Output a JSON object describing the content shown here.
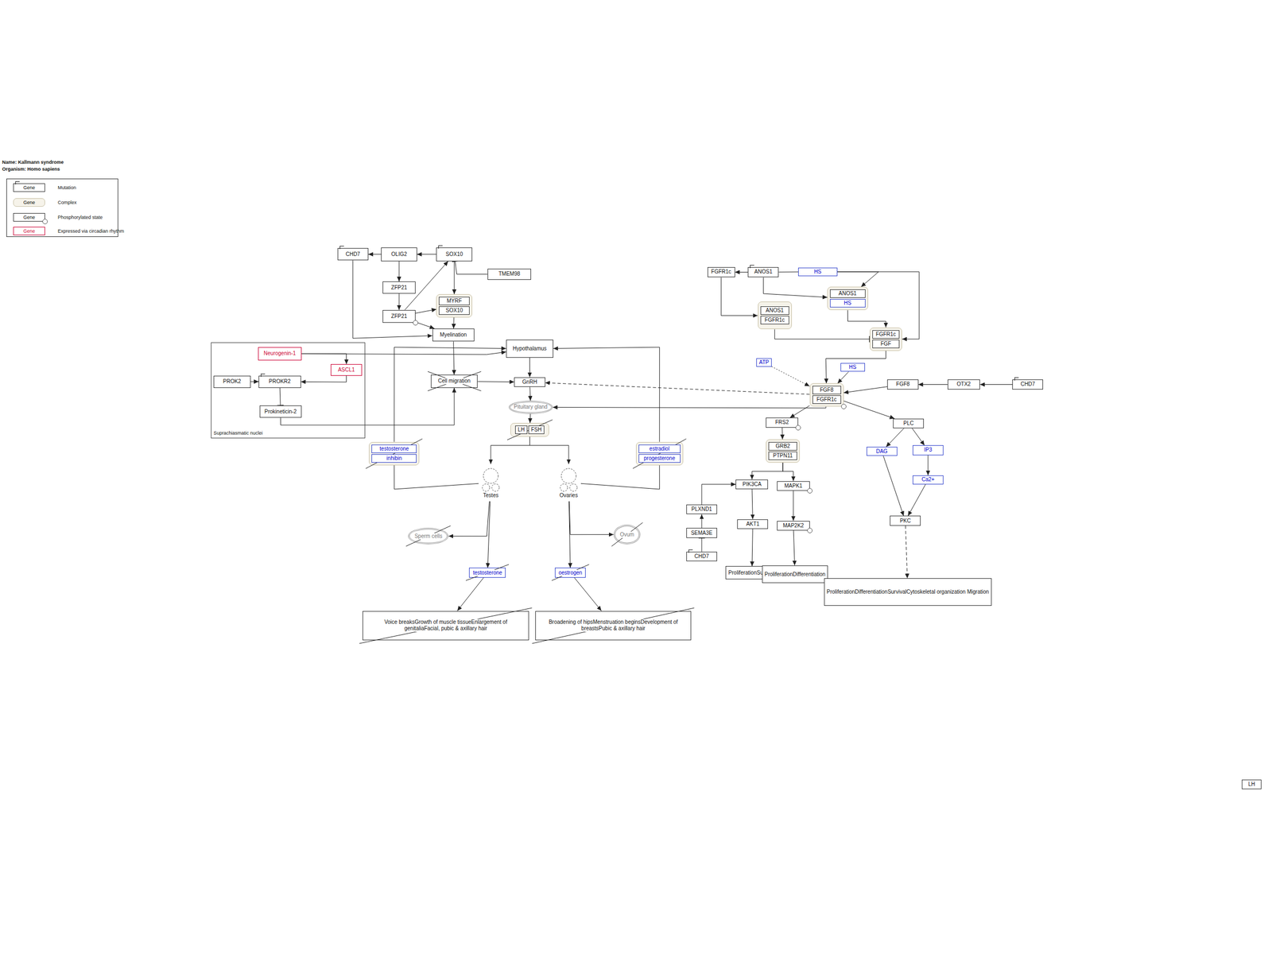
{
  "diagram": {
    "title": "Name: Kallmann syndrome",
    "nodes": [
      {
        "text": [
          "CHD7"
        ]
      },
      {
        "text": [
          "OLIG2"
        ]
      },
      {
        "text": [
          "SOX10"
        ]
      },
      {
        "text": [
          "TMEM98"
        ]
      },
      {
        "text": [
          "ZFP21"
        ]
      },
      {
        "text": []
      },
      {
        "text": [
          "MYRF"
        ],
        "in": 5
      },
      {
        "text": [
          "SOX10"
        ],
        "in": 5
      },
      {
        "text": [
          "ZFP21"
        ]
      },
      {
        "text": [
          "Myelination"
        ]
      },
      {
        "text": [
          "Hypothalamus"
        ]
      },
      {
        "text": [
          "Suprachiasmatic nuclei"
        ]
      },
      {
        "text": [
          "Neurogenin-1"
        ],
        "in": 11
      },
      {
        "text": [
          "ASCL1"
        ],
        "in": 11
      },
      {
        "text": [
          "PROK2"
        ],
        "in": 11
      },
      {
        "text": [
          "PROKR2"
        ],
        "in": 11
      },
      {
        "text": [
          "Prokineticin-2"
        ],
        "in": 11
      },
      {
        "text": [
          "Cell migration"
        ]
      },
      {
        "text": [
          "GnRH"
        ]
      },
      {
        "text": [
          "Pituitary gland"
        ]
      },
      {
        "text": []
      },
      {
        "text": [
          "LH"
        ],
        "in": 20
      },
      {
        "text": [
          "FSH"
        ],
        "in": 20
      },
      {
        "text": []
      },
      {
        "text": [
          "testosterone"
        ],
        "in": 23
      },
      {
        "text": [
          "inhibin"
        ],
        "in": 23
      },
      {
        "text": []
      },
      {
        "text": [
          "estradiol"
        ],
        "in": 26
      },
      {
        "text": [
          "progesterone"
        ],
        "in": 26
      },
      {
        "text": [
          "Testes"
        ]
      },
      {
        "text": [
          "Ovaries"
        ]
      },
      {
        "text": [
          "Sperm cells"
        ]
      },
      {
        "text": [
          "Ovum"
        ]
      },
      {
        "text": [
          "testosterone"
        ]
      },
      {
        "text": [
          "oestrogen"
        ]
      },
      {
        "text": [
          "Voice breaksGrowth of muscle tissueEnlargement of genitaliaFacial, pubic & axillary hair"
        ]
      },
      {
        "text": [
          "Broadening of hipsMenstruation beginsDevelopment of breastsPubic & axillary hair"
        ]
      },
      {
        "text": [
          "FGFR1c"
        ]
      },
      {
        "text": [
          "ANOS1"
        ]
      },
      {
        "text": [
          "HS"
        ]
      },
      {
        "text": []
      },
      {
        "text": [
          "ANOS1"
        ],
        "in": 40
      },
      {
        "text": [
          "HS"
        ],
        "in": 40
      },
      {
        "text": []
      },
      {
        "text": [
          "ANOS1"
        ],
        "in": 43
      },
      {
        "text": [
          "FGFR1c"
        ],
        "in": 43
      },
      {
        "text": []
      },
      {
        "text": [
          "FGFR1c"
        ],
        "in": 46
      },
      {
        "text": [
          "FGF"
        ],
        "in": 46
      },
      {
        "text": [
          "ATP"
        ]
      },
      {
        "text": [
          "HS"
        ]
      },
      {
        "text": [
          "FGF8"
        ]
      },
      {
        "text": [
          "OTX2"
        ]
      },
      {
        "text": [
          "CHD7"
        ]
      },
      {
        "text": []
      },
      {
        "text": [
          "FGF8"
        ],
        "in": 54
      },
      {
        "text": [
          "FGFR1c"
        ],
        "in": 54
      },
      {
        "text": [
          "FRS2"
        ]
      },
      {
        "text": [
          "PLC"
        ]
      },
      {
        "text": []
      },
      {
        "text": [
          "GRB2"
        ],
        "in": 59
      },
      {
        "text": [
          "PTPN11"
        ],
        "in": 59
      },
      {
        "text": [
          "DAG"
        ]
      },
      {
        "text": [
          "IP3"
        ]
      },
      {
        "text": [
          "Ca2+"
        ]
      },
      {
        "text": [
          "PIK3CA"
        ]
      },
      {
        "text": [
          "MAPK1"
        ]
      },
      {
        "text": [
          "PLXND1"
        ]
      },
      {
        "text": [
          "PKC"
        ]
      },
      {
        "text": [
          "AKT1"
        ]
      },
      {
        "text": [
          "MAP2K2"
        ]
      },
      {
        "text": [
          "SEMA3E"
        ]
      },
      {
        "text": [
          "CHD7"
        ]
      },
      {
        "text": [
          "ProliferationSurvival"
        ]
      },
      {
        "text": [
          "ProliferationDifferentiation"
        ]
      },
      {
        "text": [
          "ProliferationDifferentiationSurvivalCytoskeletal organization Migration"
        ]
      },
      {
        "text": [
          "LH"
        ]
      }
    ],
    "edges": [
      {
        "from": 1,
        "to": 0,
        "arrow": "to"
      },
      {
        "from": 2,
        "to": 1,
        "arrow": "to"
      },
      {
        "from": 3,
        "to": 2,
        "arrow": "to"
      },
      {
        "from": 1,
        "to": 4,
        "arrow": "to"
      },
      {
        "from": 4,
        "to": 8,
        "arrow": "to"
      },
      {
        "from": 8,
        "to": 2,
        "arrow": "to"
      },
      {
        "from": 8,
        "to": 5,
        "arrow": "to"
      },
      {
        "from": 8,
        "to": 9,
        "arrow": "to"
      },
      {
        "from": 2,
        "to": 5,
        "arrow": "to"
      },
      {
        "from": 5,
        "to": 9,
        "arrow": "to"
      },
      {
        "from": 0,
        "to": 9,
        "arrow": "to"
      },
      {
        "from": 9,
        "to": 17,
        "arrow": "to"
      },
      {
        "from": 12,
        "to": 10,
        "arrow": "to"
      },
      {
        "from": 12,
        "to": 13,
        "arrow": "to"
      },
      {
        "from": 13,
        "to": 15,
        "arrow": "to"
      },
      {
        "from": 14,
        "to": 15,
        "arrow": "to"
      },
      {
        "from": 15,
        "to": 16,
        "arrow": "to"
      },
      {
        "from": 16,
        "to": 17,
        "arrow": "to"
      },
      {
        "from": 17,
        "to": 18,
        "arrow": "to"
      },
      {
        "from": 10,
        "to": 18,
        "arrow": "to"
      },
      {
        "from": 18,
        "to": 19,
        "arrow": "to"
      },
      {
        "from": 54,
        "to": 18,
        "arrow": "to"
      },
      {
        "from": 54,
        "to": 19,
        "arrow": "to"
      },
      {
        "from": 19,
        "to": 20,
        "arrow": "to"
      },
      {
        "from": 20,
        "to": 29,
        "arrow": "to"
      },
      {
        "from": 20,
        "to": 30,
        "arrow": "to"
      },
      {
        "from": 29,
        "to": 23,
        "arrow": "none"
      },
      {
        "from": 23,
        "to": 10,
        "arrow": "to"
      },
      {
        "from": 30,
        "to": 26,
        "arrow": "none"
      },
      {
        "from": 26,
        "to": 10,
        "arrow": "to"
      },
      {
        "from": 29,
        "to": 31,
        "arrow": "to"
      },
      {
        "from": 29,
        "to": 33,
        "arrow": "to"
      },
      {
        "from": 33,
        "to": 35,
        "arrow": "to"
      },
      {
        "from": 30,
        "to": 32,
        "arrow": "to"
      },
      {
        "from": 30,
        "to": 34,
        "arrow": "to"
      },
      {
        "from": 34,
        "to": 36,
        "arrow": "to"
      },
      {
        "from": 38,
        "to": 37,
        "arrow": "to"
      },
      {
        "from": 38,
        "to": 39,
        "arrow": "none"
      },
      {
        "from": 38,
        "to": 40,
        "arrow": "to"
      },
      {
        "from": 39,
        "to": 40,
        "arrow": "to"
      },
      {
        "from": 37,
        "to": 43,
        "arrow": "to"
      },
      {
        "from": 43,
        "to": 46,
        "arrow": "to"
      },
      {
        "from": 40,
        "to": 46,
        "arrow": "to"
      },
      {
        "from": 39,
        "to": 46,
        "arrow": "to"
      },
      {
        "from": 46,
        "to": 54,
        "arrow": "to"
      },
      {
        "from": 49,
        "to": 54,
        "arrow": "to"
      },
      {
        "from": 50,
        "to": 54,
        "arrow": "to"
      },
      {
        "from": 51,
        "to": 54,
        "arrow": "to"
      },
      {
        "from": 52,
        "to": 51,
        "arrow": "to"
      },
      {
        "from": 53,
        "to": 52,
        "arrow": "to"
      },
      {
        "from": 54,
        "to": 57,
        "arrow": "to"
      },
      {
        "from": 54,
        "to": 58,
        "arrow": "to"
      },
      {
        "from": 57,
        "to": 59,
        "arrow": "to"
      },
      {
        "from": 59,
        "to": 65,
        "arrow": "to"
      },
      {
        "from": 59,
        "to": 66,
        "arrow": "to"
      },
      {
        "from": 67,
        "to": 65,
        "arrow": "to"
      },
      {
        "from": 71,
        "to": 67,
        "arrow": "to"
      },
      {
        "from": 72,
        "to": 71,
        "arrow": "to"
      },
      {
        "from": 65,
        "to": 69,
        "arrow": "to"
      },
      {
        "from": 69,
        "to": 73,
        "arrow": "to"
      },
      {
        "from": 66,
        "to": 70,
        "arrow": "to"
      },
      {
        "from": 70,
        "to": 74,
        "arrow": "to"
      },
      {
        "from": 58,
        "to": 62,
        "arrow": "to"
      },
      {
        "from": 58,
        "to": 63,
        "arrow": "to"
      },
      {
        "from": 63,
        "to": 64,
        "arrow": "to"
      },
      {
        "from": 62,
        "to": 68,
        "arrow": "to"
      },
      {
        "from": 64,
        "to": 68,
        "arrow": "to"
      },
      {
        "from": 68,
        "to": 75,
        "arrow": "to"
      }
    ],
    "labels": [
      "Organism: Homo sapiens",
      "Gene",
      "Gene",
      "Gene",
      "Gene"
    ],
    "legend": [
      {
        "text": "Mutation"
      },
      {
        "text": "Complex"
      },
      {
        "text": "Phosphorylated state"
      },
      {
        "text": "Expressed via circadian rhythm"
      }
    ]
  }
}
